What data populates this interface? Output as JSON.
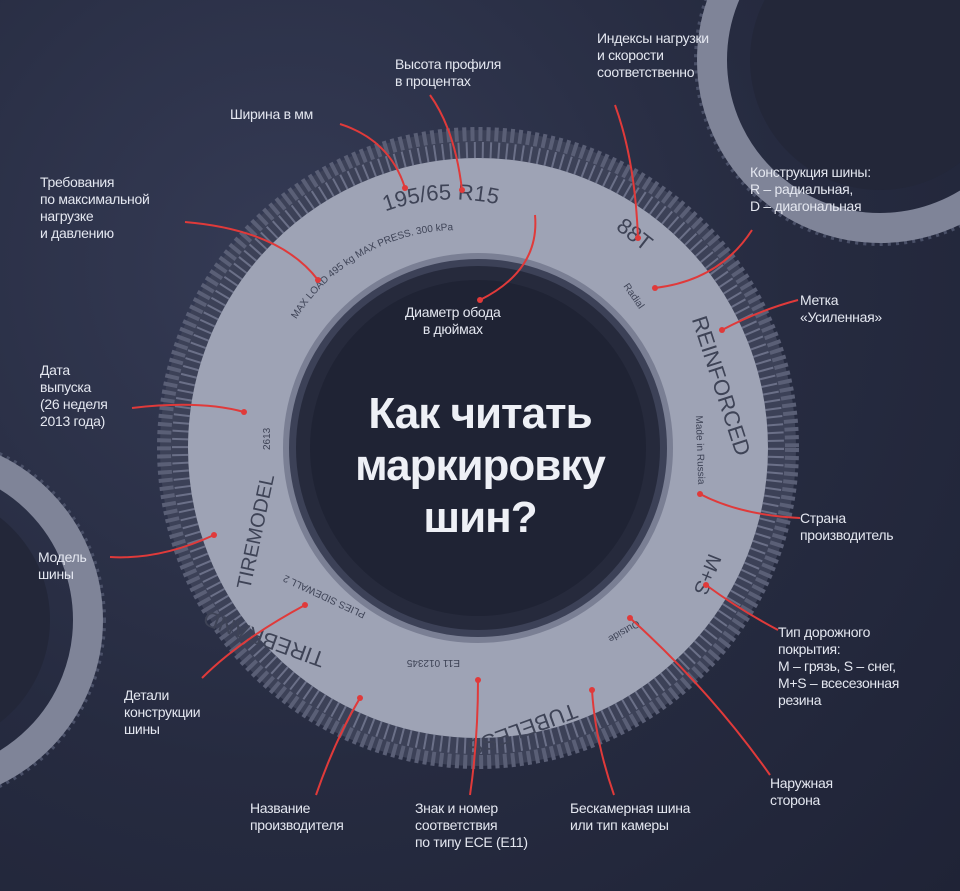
{
  "title": "Как читать\nмаркировку\nшин?",
  "tire_marks": {
    "size": "195/65  R15",
    "load_speed": "88T",
    "max_load": "MAX LOAD 495 kg  MAX PRESS. 300 kPa",
    "radial": "Radial",
    "reinforced": "REINFORCED",
    "made_in": "Made in Russia",
    "ms": "M+S",
    "outside": "Outside",
    "tubeless": "TUBELESS",
    "brand": "TIREBRAND",
    "ece": "E11 012345",
    "plies": "PLIES SIDEWALL 2",
    "model": "TIREMODEL",
    "date": "2613"
  },
  "labels": {
    "width": "Ширина в мм",
    "profile": "Высота профиля\nв процентах",
    "indices": "Индексы нагрузки\nи скорости\nсоответственно",
    "requirements": "Требования\nпо максимальной\nнагрузке\nи давлению",
    "construction": "Конструкция шины:\nR – радиальная,\nD – диагональная",
    "rim": "Диаметр обода\nв дюймах",
    "reinforced": "Метка\n«Усиленная»",
    "date": "Дата\nвыпуска\n(26 неделя\n2013 года)",
    "country": "Страна\nпроизводитель",
    "model": "Модель\nшины",
    "road": "Тип дорожного\nпокрытия:\nM – грязь, S – снег,\nM+S – всесезонная\nрезина",
    "details": "Детали\nконструкции\nшины",
    "outer": "Наружная\nсторона",
    "manufacturer": "Название\nпроизводителя",
    "ece": "Знак и номер\nсоответствия\nпо типу ECE (E11)",
    "tubeless": "Бескамерная шина\nили тип камеры"
  },
  "colors": {
    "accent": "#e03a3a",
    "text": "#e4e7f0",
    "tire": "#9ea3b5",
    "background": "#2a2f44"
  }
}
